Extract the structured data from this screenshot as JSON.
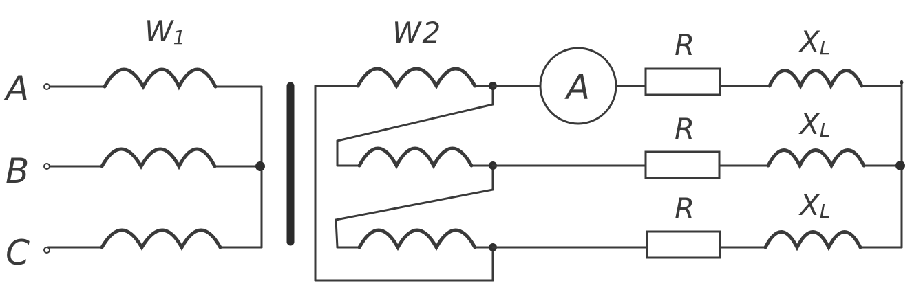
{
  "labels": {
    "phase_a": "A",
    "phase_b": "B",
    "phase_c": "C",
    "primary_winding": "W",
    "primary_winding_sub": "1",
    "secondary_winding": "W",
    "secondary_winding_sub": "2",
    "ammeter": "A",
    "resistor_1": "R",
    "resistor_2": "R",
    "resistor_3": "R",
    "inductor_1": "X",
    "inductor_1_sub": "L",
    "inductor_2": "X",
    "inductor_2_sub": "L",
    "inductor_3": "X",
    "inductor_3_sub": "L"
  }
}
